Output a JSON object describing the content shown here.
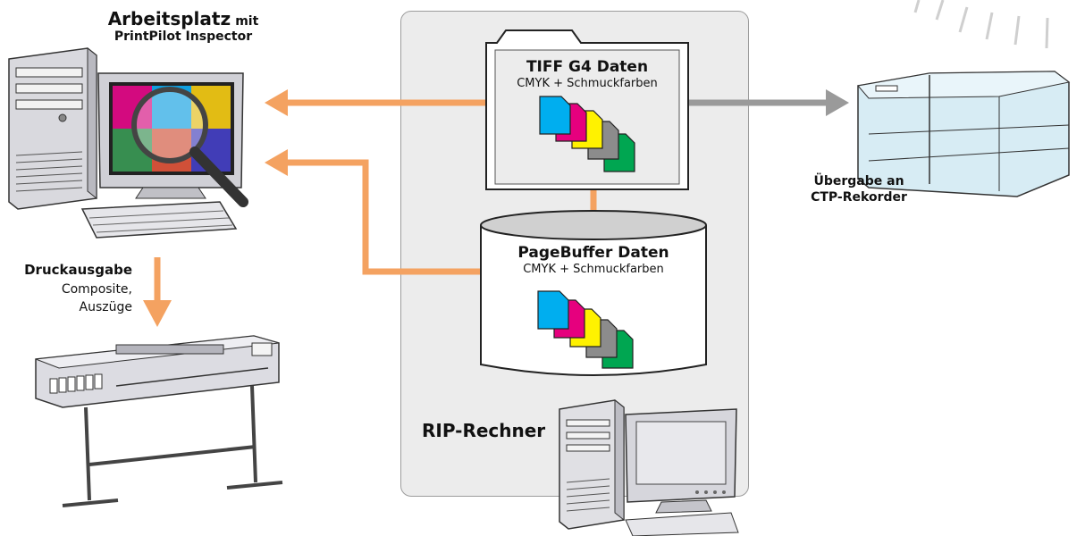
{
  "workstation": {
    "title": "Arbeitsplatz",
    "title_suffix": "mit",
    "subtitle": "PrintPilot Inspector"
  },
  "print_output": {
    "title": "Druckausgabe",
    "line1": "Composite,",
    "line2": "Auszüge"
  },
  "tiff": {
    "title": "TIFF G4 Daten",
    "subtitle": "CMYK + Schmuckfarben"
  },
  "pagebuffer": {
    "title": "PageBuffer Daten",
    "subtitle": "CMYK + Schmuckfarben"
  },
  "rip": {
    "label": "RIP-Rechner"
  },
  "ctp": {
    "line1": "Übergabe an",
    "line2": "CTP-Rekorder"
  },
  "colors": {
    "arrow_orange": "#f4a261",
    "arrow_gray": "#9a9a9a",
    "panel_bg": "#ececec",
    "panel_border": "#9c9c9c",
    "cyan": "#00aeef",
    "magenta": "#e6007e",
    "yellow": "#fff200",
    "gray": "#8c8c8c",
    "green": "#00a651"
  }
}
